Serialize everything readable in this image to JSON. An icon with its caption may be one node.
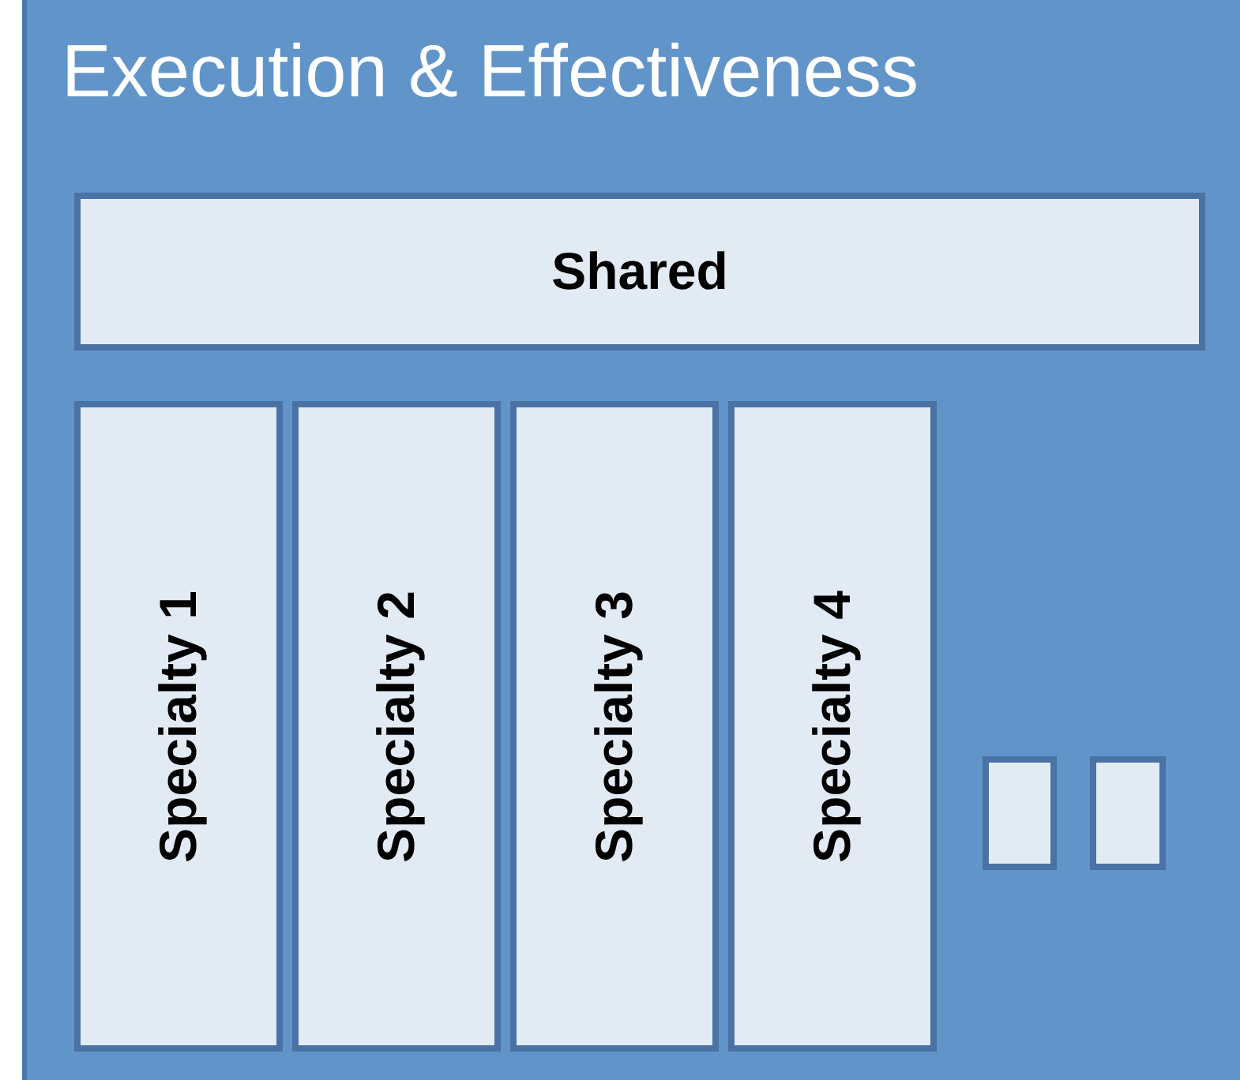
{
  "diagram": {
    "nodes": [
      {
        "text": [
          "Execution & Effectiveness"
        ]
      },
      {
        "text": [
          "Shared"
        ],
        "in": 0
      },
      {
        "text": [
          "Specialty 1"
        ],
        "in": 0
      },
      {
        "text": [
          "Specialty 2"
        ],
        "in": 0
      },
      {
        "text": [
          "Specialty 3"
        ],
        "in": 0
      },
      {
        "text": [
          "Specialty 4"
        ],
        "in": 0
      },
      {
        "text": [],
        "shape": "box",
        "in": 0
      },
      {
        "text": [],
        "shape": "box",
        "in": 0
      }
    ]
  }
}
